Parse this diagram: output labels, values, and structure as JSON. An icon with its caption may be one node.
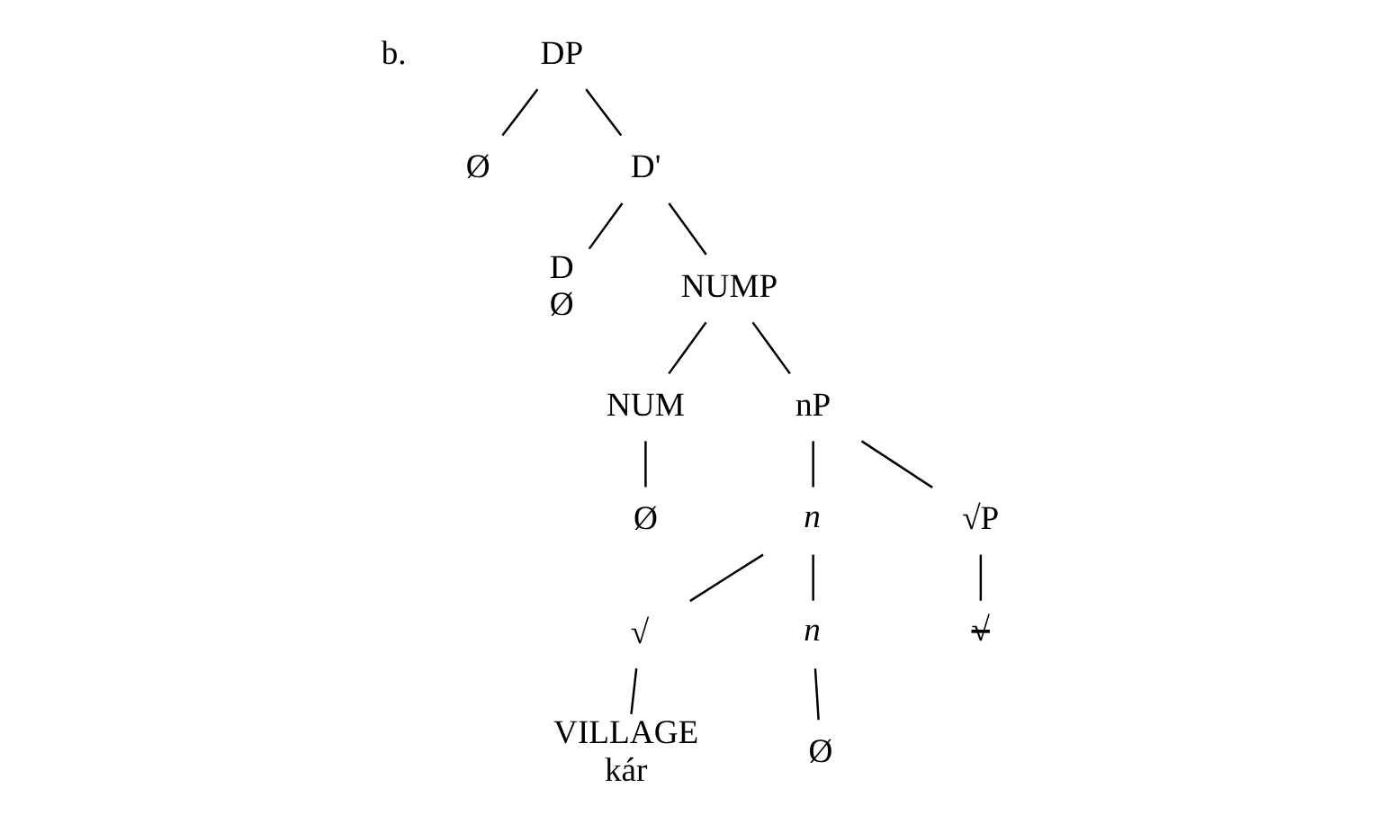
{
  "diagram": {
    "nodes": [
      {
        "text": [
          "DP"
        ]
      },
      {
        "text": [
          "Ø"
        ]
      },
      {
        "text": [
          "D'"
        ]
      },
      {
        "text": [
          "D",
          "Ø"
        ]
      },
      {
        "text": [
          "NUMP"
        ]
      },
      {
        "text": [
          "NUM"
        ]
      },
      {
        "text": [
          "nP"
        ]
      },
      {
        "text": [
          "Ø"
        ]
      },
      {
        "text": [
          "n"
        ]
      },
      {
        "text": [
          "√P"
        ]
      },
      {
        "text": [
          "√"
        ]
      },
      {
        "text": [
          "n"
        ]
      },
      {
        "text": [
          "√"
        ]
      },
      {
        "text": [
          "VILLAGE",
          "kár"
        ]
      },
      {
        "text": [
          "Ø"
        ]
      }
    ],
    "edges": [
      {
        "from": 0,
        "to": 1,
        "arrow": "none"
      },
      {
        "from": 0,
        "to": 2,
        "arrow": "none"
      },
      {
        "from": 2,
        "to": 3,
        "arrow": "none"
      },
      {
        "from": 2,
        "to": 4,
        "arrow": "none"
      },
      {
        "from": 4,
        "to": 5,
        "arrow": "none"
      },
      {
        "from": 4,
        "to": 6,
        "arrow": "none"
      },
      {
        "from": 5,
        "to": 7,
        "arrow": "none"
      },
      {
        "from": 6,
        "to": 8,
        "arrow": "none"
      },
      {
        "from": 6,
        "to": 9,
        "arrow": "none"
      },
      {
        "from": 8,
        "to": 10,
        "arrow": "none"
      },
      {
        "from": 8,
        "to": 11,
        "arrow": "none"
      },
      {
        "from": 9,
        "to": 12,
        "arrow": "none"
      },
      {
        "from": 10,
        "to": 13,
        "arrow": "none"
      },
      {
        "from": 11,
        "to": 14,
        "arrow": "none"
      }
    ],
    "labels": [
      "b."
    ]
  }
}
